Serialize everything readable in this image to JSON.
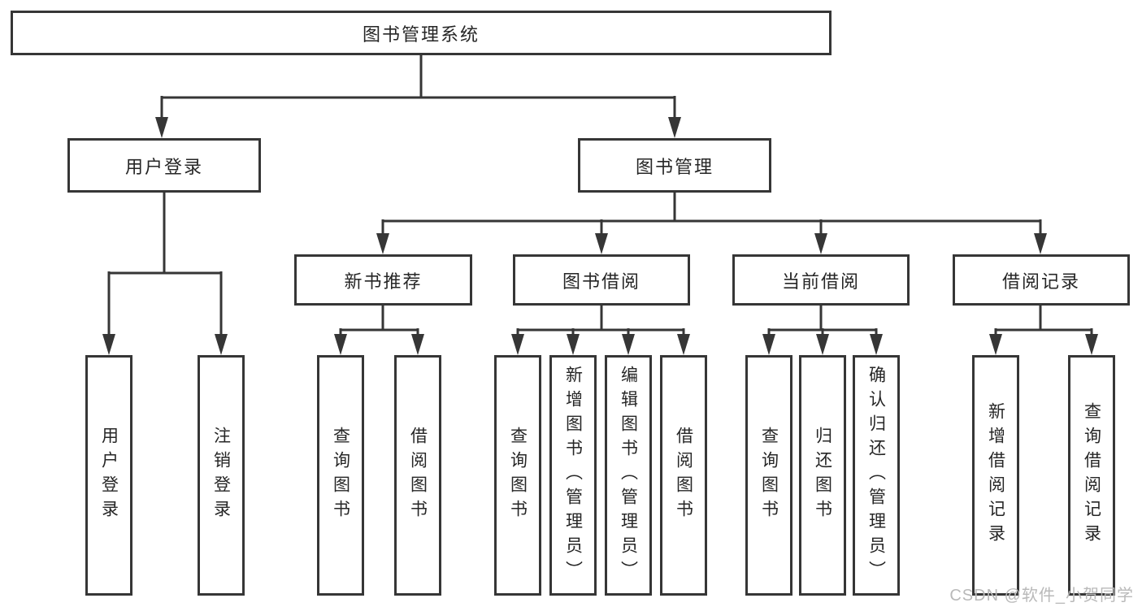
{
  "colors": {
    "line": "#363636",
    "text": "#262626",
    "background": "#ffffff",
    "watermark": "#b9b9b9"
  },
  "watermark": {
    "text": "CSDN @软件_小贺同学"
  },
  "tree": {
    "root": "图书管理系统",
    "branches": [
      {
        "label": "用户登录",
        "children": [
          "用户登录",
          "注销登录"
        ]
      },
      {
        "label": "图书管理",
        "children": [
          {
            "label": "新书推荐",
            "children": [
              "查询图书",
              "借阅图书"
            ]
          },
          {
            "label": "图书借阅",
            "children": [
              "查询图书",
              "新增图书（管理员）",
              "编辑图书（管理员）",
              "借阅图书"
            ]
          },
          {
            "label": "当前借阅",
            "children": [
              "查询图书",
              "归还图书",
              "确认归还（管理员）"
            ]
          },
          {
            "label": "借阅记录",
            "children": [
              "新增借阅记录",
              "查询借阅记录"
            ]
          }
        ]
      }
    ]
  }
}
